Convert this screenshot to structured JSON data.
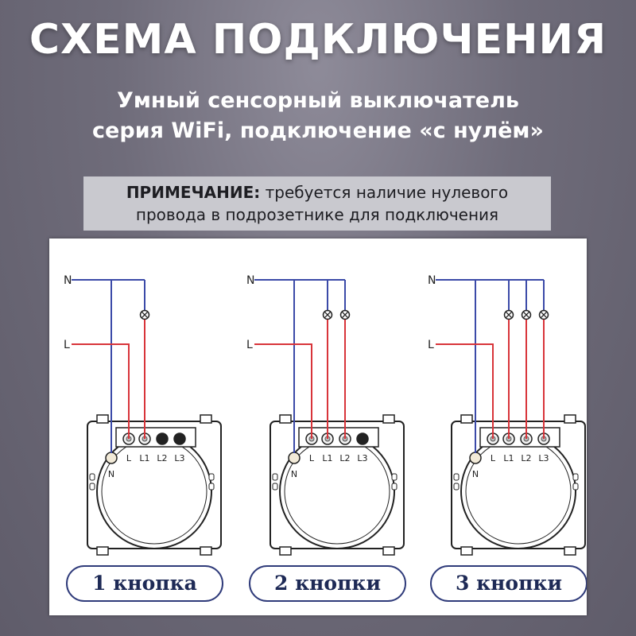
{
  "header": {
    "title": "СХЕМА ПОДКЛЮЧЕНИЯ",
    "subtitle_line1": "Умный сенсорный выключатель",
    "subtitle_line2": "серия WiFi, подключение «с нулём»"
  },
  "note": {
    "label": "ПРИМЕЧАНИЕ:",
    "text_line1": " требуется наличие нулевого",
    "text_line2": "провода в подрозетнике для подключения"
  },
  "wire_labels": {
    "neutral": "N",
    "line": "L"
  },
  "terminal_labels": [
    "L",
    "L1",
    "L2",
    "L3"
  ],
  "neutral_terminal_label": "N",
  "variants": [
    {
      "label": "1 кнопка",
      "lamps": 1
    },
    {
      "label": "2 кнопки",
      "lamps": 2
    },
    {
      "label": "3 кнопки",
      "lamps": 3
    }
  ],
  "colors": {
    "neutral_wire": "#3b4aa8",
    "line_wire": "#d8343a",
    "pill_border": "#2f3b7a"
  }
}
